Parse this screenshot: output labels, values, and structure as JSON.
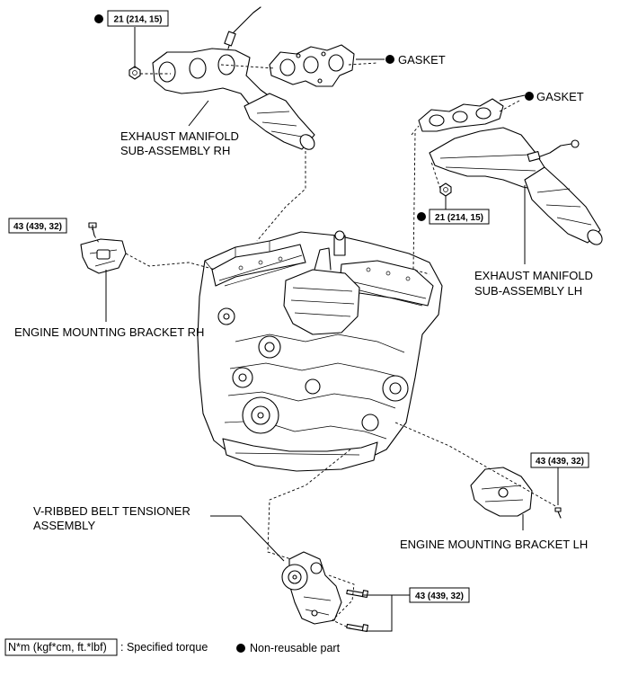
{
  "torque": {
    "manifold_rh_nut": "21 (214, 15)",
    "manifold_lh_nut": "21 (214, 15)",
    "bracket_rh_bolt": "43 (439, 32)",
    "bracket_lh_bolt": "43 (439, 32)",
    "tensioner_bolts": "43 (439, 32)"
  },
  "labels": {
    "gasket_rh": "GASKET",
    "gasket_lh": "GASKET",
    "manifold_rh_line1": "EXHAUST MANIFOLD",
    "manifold_rh_line2": "SUB-ASSEMBLY RH",
    "manifold_lh_line1": "EXHAUST MANIFOLD",
    "manifold_lh_line2": "SUB-ASSEMBLY LH",
    "bracket_rh": "ENGINE MOUNTING BRACKET RH",
    "bracket_lh": "ENGINE MOUNTING BRACKET LH",
    "tensioner_line1": "V-RIBBED BELT TENSIONER",
    "tensioner_line2": "ASSEMBLY"
  },
  "legend": {
    "unit_box": "N*m (kgf*cm, ft.*lbf)",
    "unit_desc": ": Specified torque",
    "nonreusable_desc": "Non-reusable part"
  }
}
